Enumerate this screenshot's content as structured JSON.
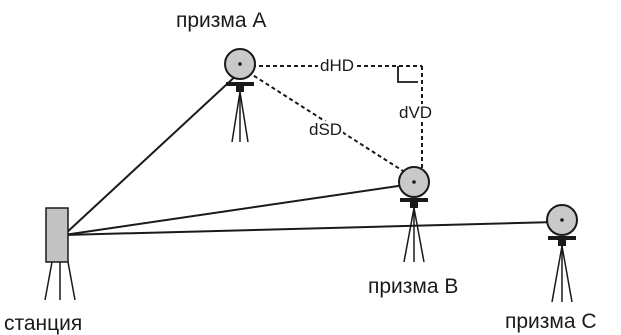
{
  "labels": {
    "prism_a": "призма А",
    "prism_b": "призма В",
    "prism_c": "призма С",
    "station": "станция",
    "dhd": "dHD",
    "dvd": "dVD",
    "dsd": "dSD"
  },
  "colors": {
    "line": "#1a1a1a",
    "prism_fill": "#c9c9c9",
    "station_fill": "#c2c2c2",
    "background": "#ffffff"
  }
}
